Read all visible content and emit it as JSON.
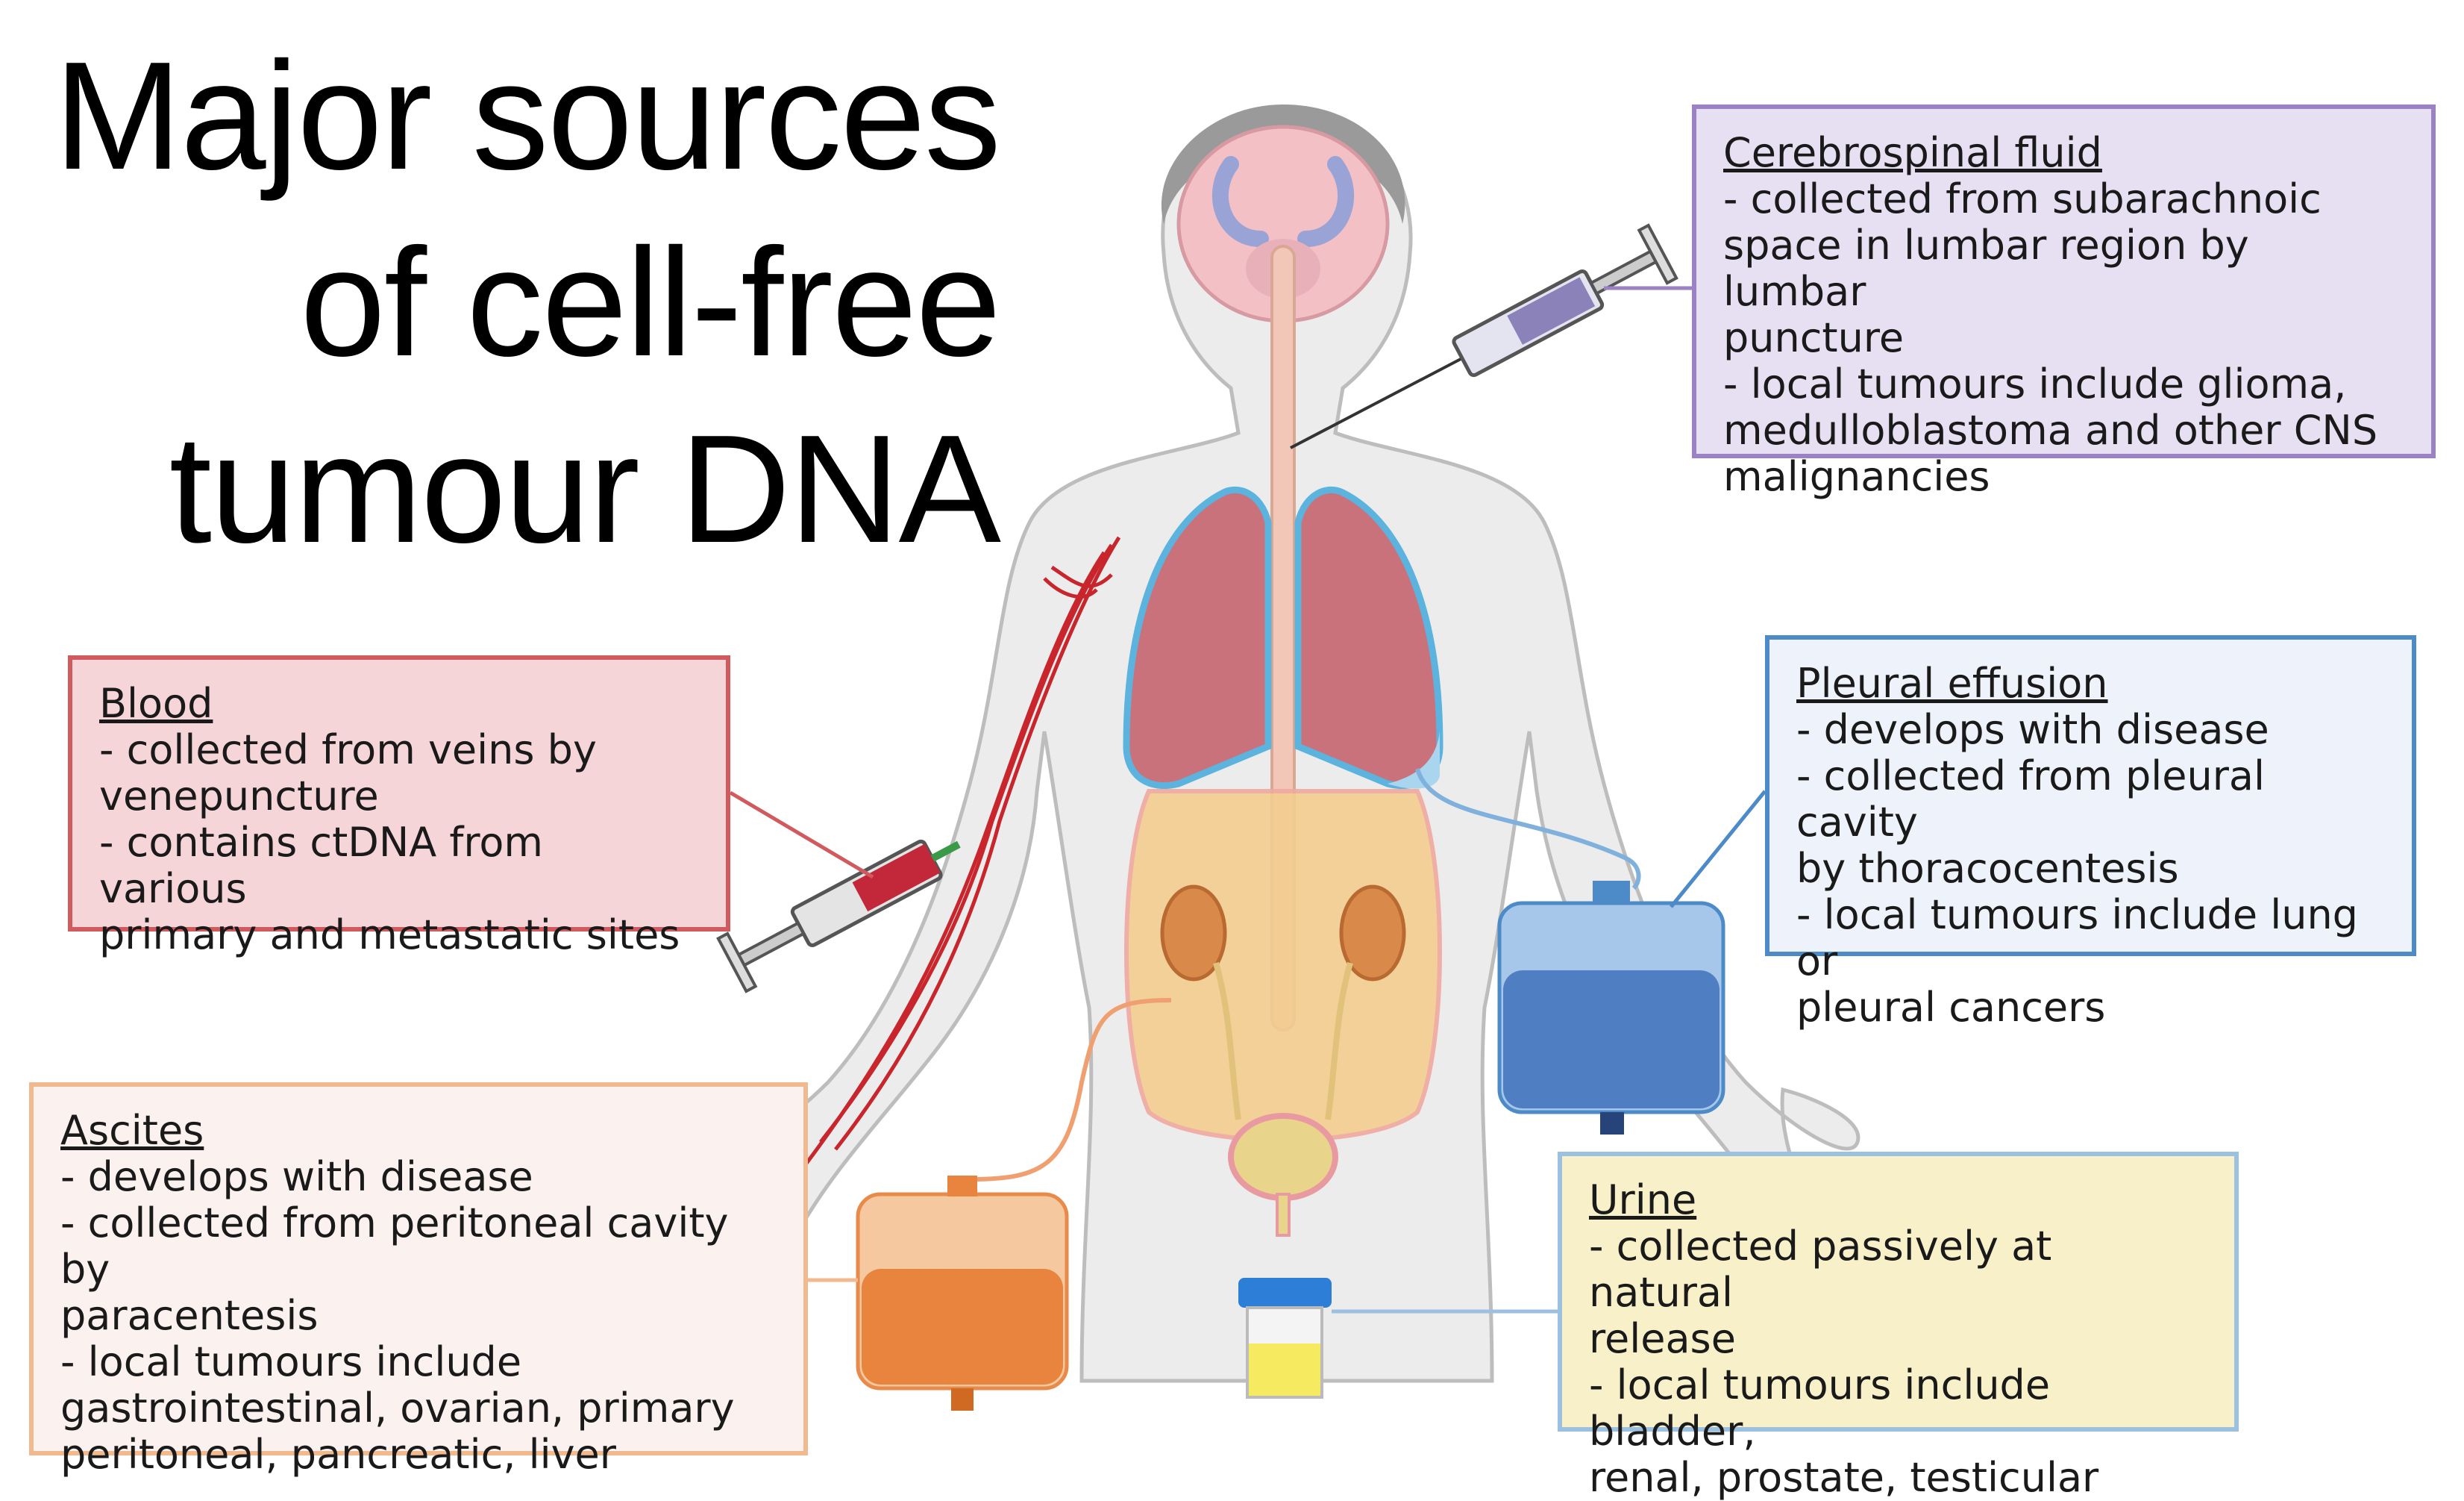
{
  "title": {
    "line1": "Major sources",
    "line2": "of cell-free",
    "line3": "tumour DNA"
  },
  "colors": {
    "csf": "#9b82c4",
    "blood": "#d05a5e",
    "pleural": "#4c8ac8",
    "ascites": "#f0b98e",
    "urine": "#9cc0e0"
  },
  "sources": {
    "csf": {
      "heading": "Cerebrospinal fluid",
      "lines": [
        "- collected from subarachnoic",
        "space in lumbar region by lumbar",
        "puncture",
        "- local tumours include glioma,",
        "medulloblastoma and other CNS",
        "malignancies"
      ]
    },
    "blood": {
      "heading": "Blood",
      "lines": [
        "- collected from veins by",
        "venepuncture",
        "- contains ctDNA from various",
        "primary and metastatic sites"
      ]
    },
    "pleural": {
      "heading": "Pleural effusion",
      "lines": [
        "- develops with disease",
        "- collected from pleural cavity",
        "by thoracocentesis",
        "- local tumours include lung or",
        "pleural cancers"
      ]
    },
    "ascites": {
      "heading": "Ascites",
      "lines": [
        "- develops with disease",
        "- collected from peritoneal cavity by",
        "paracentesis",
        "- local tumours include",
        "gastrointestinal, ovarian, primary",
        "peritoneal, pancreatic, liver"
      ]
    },
    "urine": {
      "heading": "Urine",
      "lines": [
        "- collected passively at natural",
        "release",
        "- local tumours include bladder,",
        "renal, prostate, testicular"
      ]
    }
  }
}
